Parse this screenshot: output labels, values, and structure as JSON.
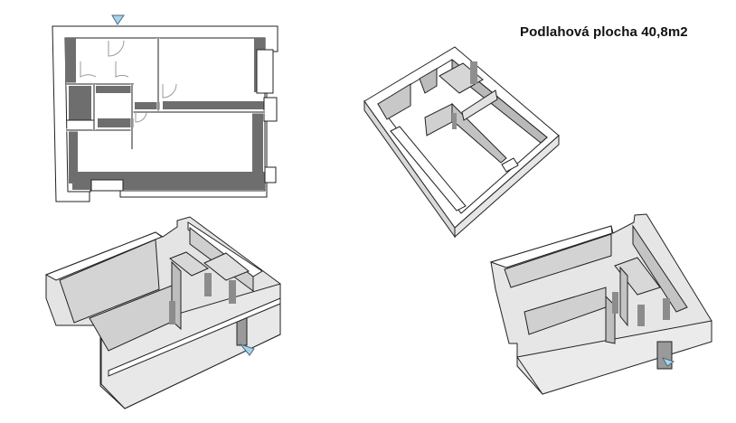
{
  "title": "Podlahová plocha 40,8m2",
  "views": [
    {
      "id": "plan-top",
      "label": "Top view floor plan"
    },
    {
      "id": "iso-rotated",
      "label": "Rotated axonometric view"
    },
    {
      "id": "iso-left",
      "label": "Axonometric view from left"
    },
    {
      "id": "iso-right",
      "label": "Axonometric view from right"
    }
  ],
  "colors": {
    "wall_top": "#ffffff",
    "wall_side": "#e6e6e6",
    "wall_shadow": "#6e6e6e",
    "outline": "#222222",
    "entrance_marker": "#a9d3ea"
  }
}
